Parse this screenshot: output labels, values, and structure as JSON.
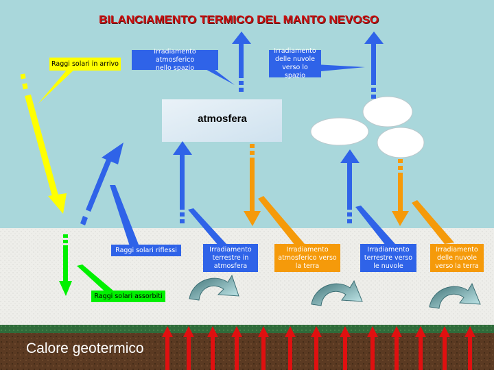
{
  "title": "BILANCIAMENTO TERMICO DEL MANTO NEVOSO",
  "atmosphere_label": "atmosfera",
  "geothermal_label": "Calore geotermico",
  "callouts": {
    "incoming_sun": "Raggi solari in arrivo",
    "atm_to_space": "Irradiamento atmosferico\nnello spazio",
    "clouds_to_space": "Irradiamento\ndelle nuvole\nverso lo spazio",
    "reflected": "Raggi solari riflessi",
    "absorbed": "Raggi solari assorbiti",
    "ground_to_atm": "Irradiamento\nterrestre in\natmosfera",
    "atm_to_ground": "Irradiamento\natmosferico verso\nla terra",
    "ground_to_clouds": "Irradiamento\nterrestre verso\nle nuvole",
    "clouds_to_ground": "Irradiamento\ndelle nuvole\nverso la terra"
  },
  "colors": {
    "sky": "#a9d7db",
    "snow": "#eeeeea",
    "blue": "#2f63e8",
    "orange": "#f59a0a",
    "yellow": "#ffff00",
    "green": "#00f000",
    "red": "#e01010",
    "title": "#cc1010"
  }
}
